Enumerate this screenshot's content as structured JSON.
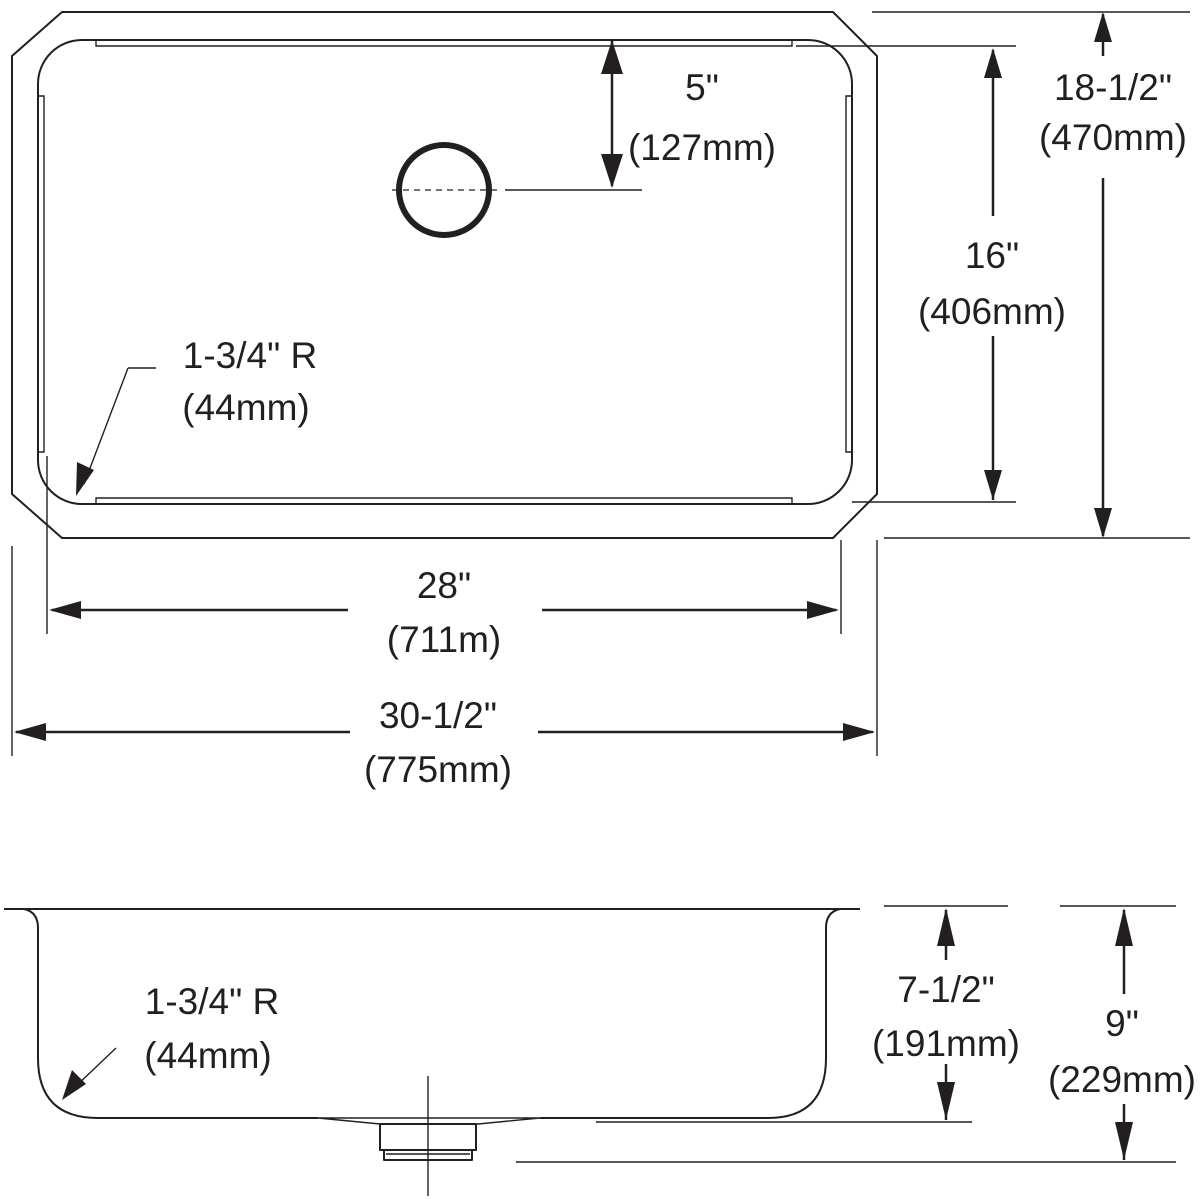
{
  "top_view": {
    "drain_offset": {
      "imperial": "5\"",
      "metric": "(127mm)"
    },
    "bowl_length": {
      "imperial": "16\"",
      "metric": "(406mm)"
    },
    "overall_length": {
      "imperial": "18-1/2\"",
      "metric": "(470mm)"
    },
    "corner_radius": {
      "imperial": "1-3/4\" R",
      "metric": "(44mm)"
    },
    "bowl_width": {
      "imperial": "28\"",
      "metric": "(711m)"
    },
    "overall_width": {
      "imperial": "30-1/2\"",
      "metric": "(775mm)"
    }
  },
  "side_view": {
    "corner_radius": {
      "imperial": "1-3/4\" R",
      "metric": "(44mm)"
    },
    "bowl_depth": {
      "imperial": "7-1/2\"",
      "metric": "(191mm)"
    },
    "overall_depth": {
      "imperial": "9\"",
      "metric": "(229mm)"
    }
  },
  "colors": {
    "line": "#231f20",
    "background": "#ffffff"
  }
}
